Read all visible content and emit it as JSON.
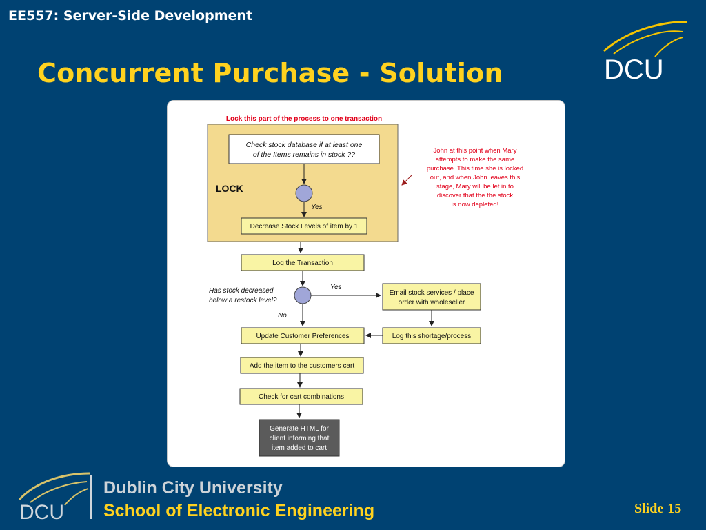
{
  "header": {
    "course": "EE557: Server-Side Development",
    "title": "Concurrent Purchase - Solution",
    "logo_text": "DCU"
  },
  "diagram": {
    "lock_banner": "Lock this part of the process to one transaction",
    "lock_label": "LOCK",
    "check_stock": [
      "Check stock database if at least one",
      "of the Items remains in stock ??"
    ],
    "yes1": "Yes",
    "decrease": "Decrease Stock Levels of item by 1",
    "note": [
      "John at this point when Mary",
      "attempts to make the same",
      "purchase. This time she is locked",
      "out, and when John leaves this",
      "stage, Mary will be let in to",
      "discover that the the stock",
      "is now depleted!"
    ],
    "log_transaction": "Log the Transaction",
    "restock_question": [
      "Has stock decreased",
      "below a restock level?"
    ],
    "yes2": "Yes",
    "no": "No",
    "email": [
      "Email stock services / place",
      "order with wholeseller"
    ],
    "update_prefs": "Update Customer Preferences",
    "log_shortage": "Log this shortage/process",
    "add_cart": "Add the item to the customers cart",
    "check_combos": "Check for cart combinations",
    "generate_html": [
      "Generate HTML for",
      "client informing that",
      "item added to cart"
    ]
  },
  "footer": {
    "logo_text": "DCU",
    "university": "Dublin City University",
    "school": "School of Electronic Engineering",
    "slide_label": "Slide",
    "slide_number": "15"
  },
  "colors": {
    "background": "#004272",
    "accent_yellow": "#ffd21f",
    "lock_fill": "#f3da8f",
    "box_fill": "#f9f4a4",
    "decision_fill": "#a0a6d8",
    "note_red": "#e2001a",
    "dark_box": "#5b5b5b"
  }
}
